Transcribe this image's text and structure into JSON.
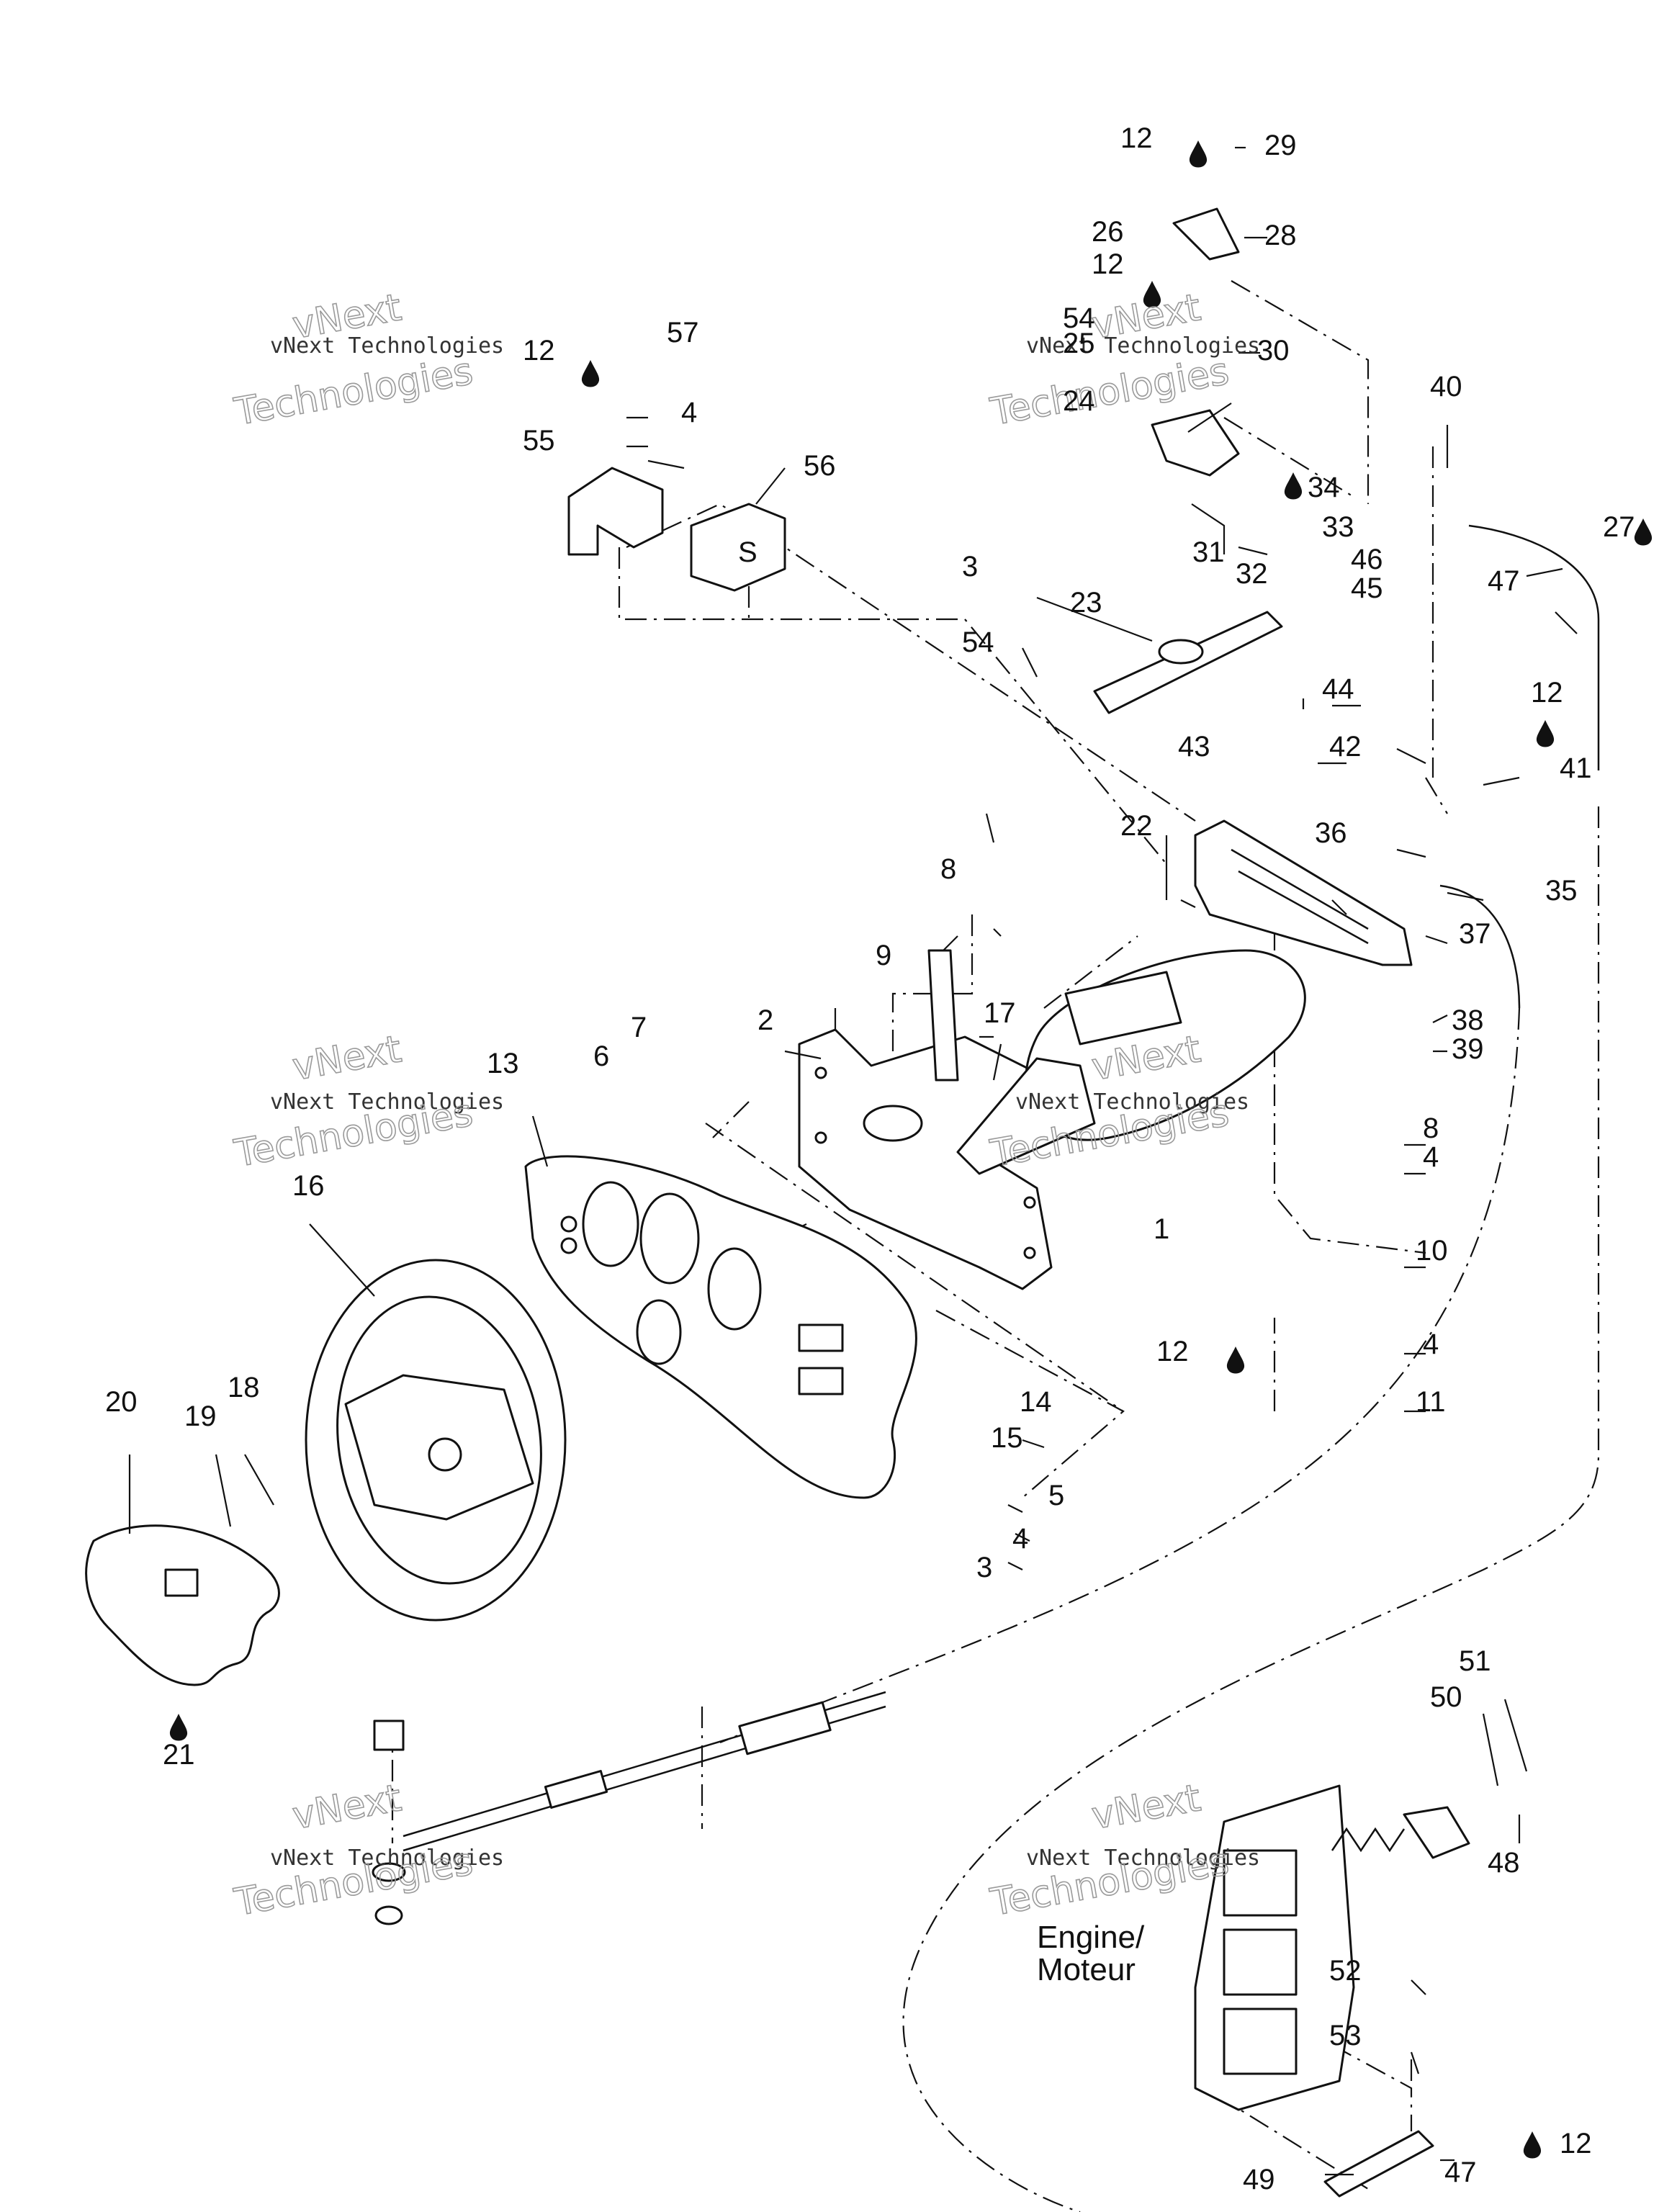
{
  "callouts": [
    {
      "id": "c1",
      "text": "1"
    },
    {
      "id": "c2",
      "text": "2"
    },
    {
      "id": "c3a",
      "text": "3"
    },
    {
      "id": "c3b",
      "text": "3"
    },
    {
      "id": "c4a",
      "text": "4"
    },
    {
      "id": "c4b",
      "text": "4"
    },
    {
      "id": "c4c",
      "text": "4"
    },
    {
      "id": "c4d",
      "text": "4"
    },
    {
      "id": "c5",
      "text": "5"
    },
    {
      "id": "c6",
      "text": "6"
    },
    {
      "id": "c7",
      "text": "7"
    },
    {
      "id": "c8a",
      "text": "8"
    },
    {
      "id": "c8b",
      "text": "8"
    },
    {
      "id": "c9",
      "text": "9"
    },
    {
      "id": "c10",
      "text": "10"
    },
    {
      "id": "c11",
      "text": "11"
    },
    {
      "id": "c12a",
      "text": "12"
    },
    {
      "id": "c12b",
      "text": "12"
    },
    {
      "id": "c12c",
      "text": "12"
    },
    {
      "id": "c12d",
      "text": "12"
    },
    {
      "id": "c12e",
      "text": "12"
    },
    {
      "id": "c12f",
      "text": "12"
    },
    {
      "id": "c13",
      "text": "13"
    },
    {
      "id": "c14",
      "text": "14"
    },
    {
      "id": "c15",
      "text": "15"
    },
    {
      "id": "c16",
      "text": "16"
    },
    {
      "id": "c17",
      "text": "17"
    },
    {
      "id": "c18",
      "text": "18"
    },
    {
      "id": "c19",
      "text": "19"
    },
    {
      "id": "c20",
      "text": "20"
    },
    {
      "id": "c21",
      "text": "21"
    },
    {
      "id": "c22",
      "text": "22"
    },
    {
      "id": "c23",
      "text": "23"
    },
    {
      "id": "c24",
      "text": "24"
    },
    {
      "id": "c25",
      "text": "25"
    },
    {
      "id": "c26",
      "text": "26"
    },
    {
      "id": "c27",
      "text": "27"
    },
    {
      "id": "c28",
      "text": "28"
    },
    {
      "id": "c29",
      "text": "29"
    },
    {
      "id": "c30",
      "text": "30"
    },
    {
      "id": "c31",
      "text": "31"
    },
    {
      "id": "c32",
      "text": "32"
    },
    {
      "id": "c33",
      "text": "33"
    },
    {
      "id": "c34",
      "text": "34"
    },
    {
      "id": "c35",
      "text": "35"
    },
    {
      "id": "c36",
      "text": "36"
    },
    {
      "id": "c37",
      "text": "37"
    },
    {
      "id": "c38",
      "text": "38"
    },
    {
      "id": "c39",
      "text": "39"
    },
    {
      "id": "c40",
      "text": "40"
    },
    {
      "id": "c41",
      "text": "41"
    },
    {
      "id": "c42",
      "text": "42"
    },
    {
      "id": "c43",
      "text": "43"
    },
    {
      "id": "c44",
      "text": "44"
    },
    {
      "id": "c45",
      "text": "45"
    },
    {
      "id": "c46",
      "text": "46"
    },
    {
      "id": "c47a",
      "text": "47"
    },
    {
      "id": "c47b",
      "text": "47"
    },
    {
      "id": "c48",
      "text": "48"
    },
    {
      "id": "c49",
      "text": "49"
    },
    {
      "id": "c50",
      "text": "50"
    },
    {
      "id": "c51",
      "text": "51"
    },
    {
      "id": "c52",
      "text": "52"
    },
    {
      "id": "c53",
      "text": "53"
    },
    {
      "id": "c54a",
      "text": "54"
    },
    {
      "id": "c54b",
      "text": "54"
    },
    {
      "id": "c55",
      "text": "55"
    },
    {
      "id": "c56",
      "text": "56"
    },
    {
      "id": "c57",
      "text": "57"
    }
  ],
  "engine_label": {
    "line1": "Engine/",
    "line2": "Moteur"
  },
  "bracket_mark": "S",
  "watermark": {
    "line1": "vNext Technologies",
    "line2": "vNext",
    "line3": "Technologies"
  },
  "icons": [
    "loctite-drop-icon"
  ]
}
